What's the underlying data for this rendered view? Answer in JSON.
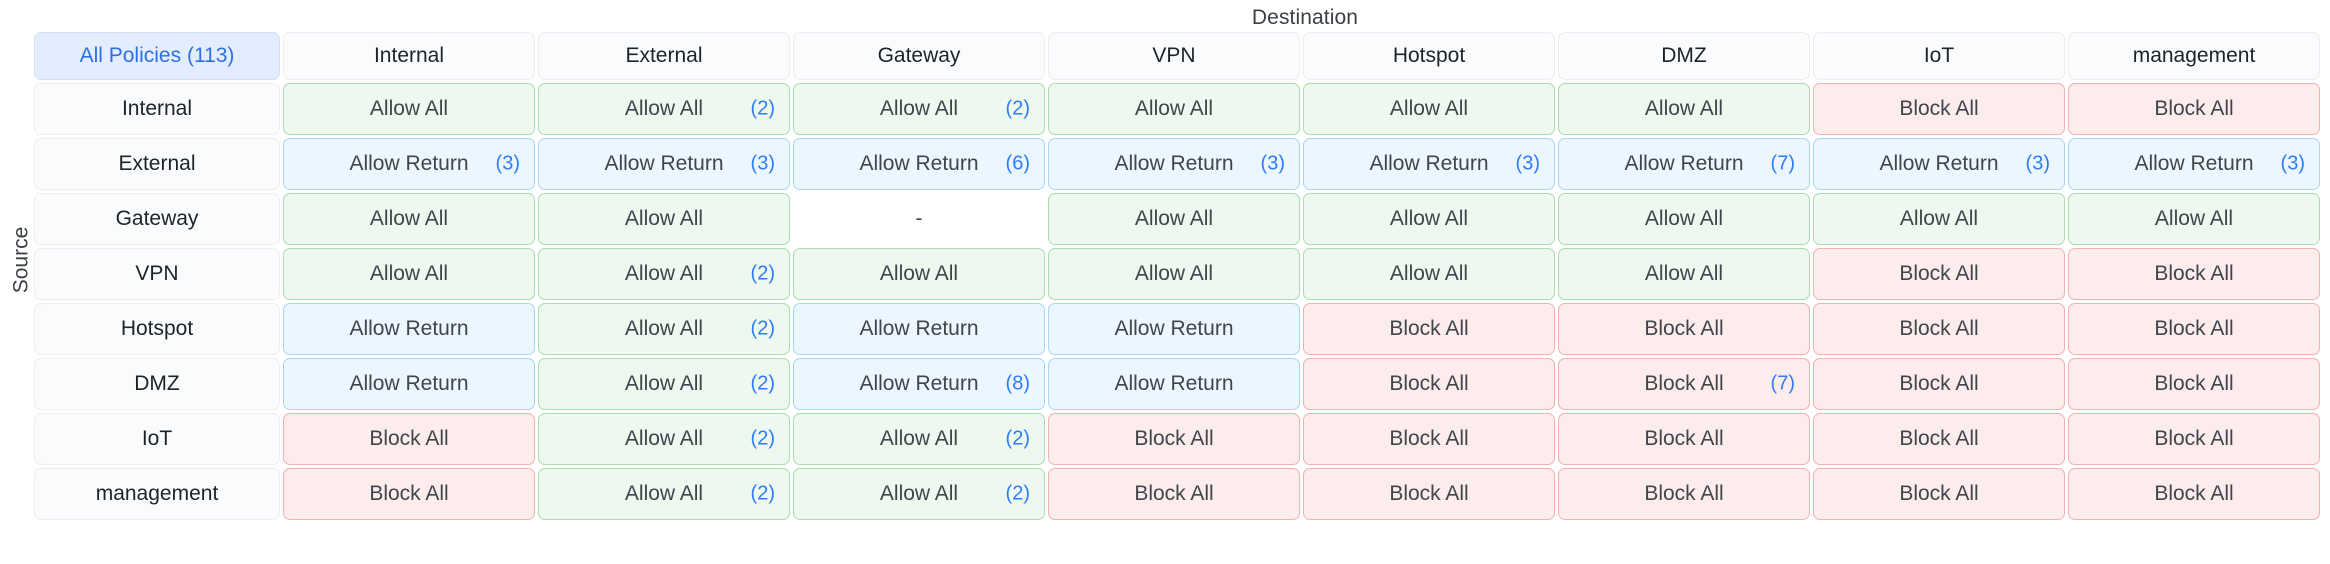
{
  "labels": {
    "destination": "Destination",
    "source": "Source",
    "corner": "All Policies (113)"
  },
  "colors": {
    "accent": "#2f7cf6",
    "allow_all_bg": "#edf8ee",
    "allow_all_border": "#a9dcb0",
    "allow_return_bg": "#ecf6fe",
    "allow_return_border": "#a9d6f2",
    "block_all_bg": "#fcecec",
    "block_all_border": "#eeb2b2",
    "header_bg": "#fafbfc",
    "corner_bg": "#e4edfd"
  },
  "chart_data": {
    "type": "heatmap",
    "title": "",
    "xlabel": "Destination",
    "ylabel": "Source",
    "columns": [
      "Internal",
      "External",
      "Gateway",
      "VPN",
      "Hotspot",
      "DMZ",
      "IoT",
      "management"
    ],
    "rows": [
      "Internal",
      "External",
      "Gateway",
      "VPN",
      "Hotspot",
      "DMZ",
      "IoT",
      "management"
    ],
    "legend": [
      "Allow All",
      "Allow Return",
      "Block All"
    ],
    "total_policies": 113,
    "cells": [
      [
        {
          "value": "Allow All",
          "kind": "allow-all",
          "count": null
        },
        {
          "value": "Allow All",
          "kind": "allow-all",
          "count": "(2)"
        },
        {
          "value": "Allow All",
          "kind": "allow-all",
          "count": "(2)"
        },
        {
          "value": "Allow All",
          "kind": "allow-all",
          "count": null
        },
        {
          "value": "Allow All",
          "kind": "allow-all",
          "count": null
        },
        {
          "value": "Allow All",
          "kind": "allow-all",
          "count": null
        },
        {
          "value": "Block All",
          "kind": "block-all",
          "count": null
        },
        {
          "value": "Block All",
          "kind": "block-all",
          "count": null
        }
      ],
      [
        {
          "value": "Allow Return",
          "kind": "allow-return",
          "count": "(3)"
        },
        {
          "value": "Allow Return",
          "kind": "allow-return",
          "count": "(3)"
        },
        {
          "value": "Allow Return",
          "kind": "allow-return",
          "count": "(6)"
        },
        {
          "value": "Allow Return",
          "kind": "allow-return",
          "count": "(3)"
        },
        {
          "value": "Allow Return",
          "kind": "allow-return",
          "count": "(3)"
        },
        {
          "value": "Allow Return",
          "kind": "allow-return",
          "count": "(7)"
        },
        {
          "value": "Allow Return",
          "kind": "allow-return",
          "count": "(3)"
        },
        {
          "value": "Allow Return",
          "kind": "allow-return",
          "count": "(3)"
        }
      ],
      [
        {
          "value": "Allow All",
          "kind": "allow-all",
          "count": null
        },
        {
          "value": "Allow All",
          "kind": "allow-all",
          "count": null
        },
        {
          "value": "-",
          "kind": "none",
          "count": null
        },
        {
          "value": "Allow All",
          "kind": "allow-all",
          "count": null
        },
        {
          "value": "Allow All",
          "kind": "allow-all",
          "count": null
        },
        {
          "value": "Allow All",
          "kind": "allow-all",
          "count": null
        },
        {
          "value": "Allow All",
          "kind": "allow-all",
          "count": null
        },
        {
          "value": "Allow All",
          "kind": "allow-all",
          "count": null
        }
      ],
      [
        {
          "value": "Allow All",
          "kind": "allow-all",
          "count": null
        },
        {
          "value": "Allow All",
          "kind": "allow-all",
          "count": "(2)"
        },
        {
          "value": "Allow All",
          "kind": "allow-all",
          "count": null
        },
        {
          "value": "Allow All",
          "kind": "allow-all",
          "count": null
        },
        {
          "value": "Allow All",
          "kind": "allow-all",
          "count": null
        },
        {
          "value": "Allow All",
          "kind": "allow-all",
          "count": null
        },
        {
          "value": "Block All",
          "kind": "block-all",
          "count": null
        },
        {
          "value": "Block All",
          "kind": "block-all",
          "count": null
        }
      ],
      [
        {
          "value": "Allow Return",
          "kind": "allow-return",
          "count": null
        },
        {
          "value": "Allow All",
          "kind": "allow-all",
          "count": "(2)"
        },
        {
          "value": "Allow Return",
          "kind": "allow-return",
          "count": null
        },
        {
          "value": "Allow Return",
          "kind": "allow-return",
          "count": null
        },
        {
          "value": "Block All",
          "kind": "block-all",
          "count": null
        },
        {
          "value": "Block All",
          "kind": "block-all",
          "count": null
        },
        {
          "value": "Block All",
          "kind": "block-all",
          "count": null
        },
        {
          "value": "Block All",
          "kind": "block-all",
          "count": null
        }
      ],
      [
        {
          "value": "Allow Return",
          "kind": "allow-return",
          "count": null
        },
        {
          "value": "Allow All",
          "kind": "allow-all",
          "count": "(2)"
        },
        {
          "value": "Allow Return",
          "kind": "allow-return",
          "count": "(8)"
        },
        {
          "value": "Allow Return",
          "kind": "allow-return",
          "count": null
        },
        {
          "value": "Block All",
          "kind": "block-all",
          "count": null
        },
        {
          "value": "Block All",
          "kind": "block-all",
          "count": "(7)"
        },
        {
          "value": "Block All",
          "kind": "block-all",
          "count": null
        },
        {
          "value": "Block All",
          "kind": "block-all",
          "count": null
        }
      ],
      [
        {
          "value": "Block All",
          "kind": "block-all",
          "count": null
        },
        {
          "value": "Allow All",
          "kind": "allow-all",
          "count": "(2)"
        },
        {
          "value": "Allow All",
          "kind": "allow-all",
          "count": "(2)"
        },
        {
          "value": "Block All",
          "kind": "block-all",
          "count": null
        },
        {
          "value": "Block All",
          "kind": "block-all",
          "count": null
        },
        {
          "value": "Block All",
          "kind": "block-all",
          "count": null
        },
        {
          "value": "Block All",
          "kind": "block-all",
          "count": null
        },
        {
          "value": "Block All",
          "kind": "block-all",
          "count": null
        }
      ],
      [
        {
          "value": "Block All",
          "kind": "block-all",
          "count": null
        },
        {
          "value": "Allow All",
          "kind": "allow-all",
          "count": "(2)"
        },
        {
          "value": "Allow All",
          "kind": "allow-all",
          "count": "(2)"
        },
        {
          "value": "Block All",
          "kind": "block-all",
          "count": null
        },
        {
          "value": "Block All",
          "kind": "block-all",
          "count": null
        },
        {
          "value": "Block All",
          "kind": "block-all",
          "count": null
        },
        {
          "value": "Block All",
          "kind": "block-all",
          "count": null
        },
        {
          "value": "Block All",
          "kind": "block-all",
          "count": null
        }
      ]
    ]
  }
}
